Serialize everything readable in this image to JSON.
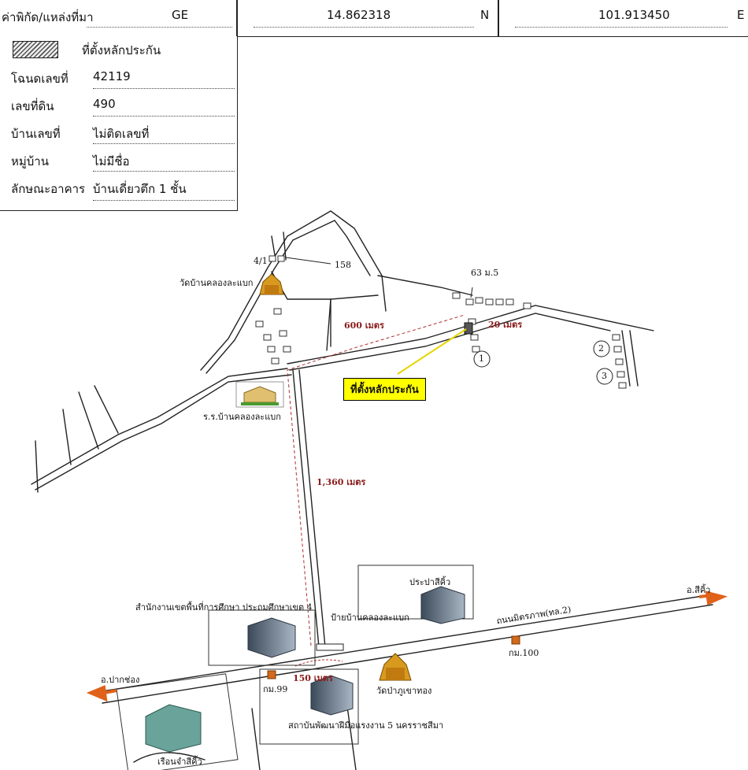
{
  "header": {
    "source_label": "ค่าพิกัด/แหล่งที่มา",
    "source_value": "GE",
    "lat_value": "14.862318",
    "lat_unit": "N",
    "lon_value": "101.913450",
    "lon_unit": "E"
  },
  "info": {
    "legend_label": "ที่ตั้งหลักประกัน",
    "fields": [
      {
        "label": "โฉนดเลขที่",
        "value": "42119"
      },
      {
        "label": "เลขที่ดิน",
        "value": "490"
      },
      {
        "label": "บ้านเลขที่",
        "value": "ไม่ติดเลขที่"
      },
      {
        "label": "หมู่บ้าน",
        "value": "ไม่มีชื่อ"
      },
      {
        "label": "ลักษณะอาคาร",
        "value": "บ้านเดี่ยวตึก 1 ชั้น"
      }
    ]
  },
  "map": {
    "labels": {
      "house_4_1": "4/1",
      "house_158": "158",
      "temple_top": "วัดบ้านคลองละแบก",
      "house_63": "63 ม.5",
      "dist_600": "600 เมตร",
      "dist_20": "20 เมตร",
      "collateral": "ที่ตั้งหลักประกัน",
      "school": "ร.ร.บ้านคลองละแบก",
      "dist_1360": "1,360 เมตร",
      "waterworks": "ประปาสีคิ้ว",
      "edu_office": "สำนักงานเขตพื้นที่การศึกษา ประถมศึกษาเขต 4",
      "sign": "ป้ายบ้านคลองละแบก",
      "highway": "ถนนมิตรภาพ(ทล.2)",
      "to_sikhio": "อ.สีคิ้ว",
      "km100": "กม.100",
      "to_pakchong": "อ.ปากช่อง",
      "km99": "กม.99",
      "dist_150": "150 เมตร",
      "temple_bottom": "วัดป่าภูเขาทอง",
      "institute": "สถาบันพัฒนาฝีมือแรงงาน 5 นครราชสีมา",
      "prison": "เรือนจำสีคิ้ว",
      "marker_1": "1",
      "marker_2": "2",
      "marker_3": "3"
    }
  }
}
